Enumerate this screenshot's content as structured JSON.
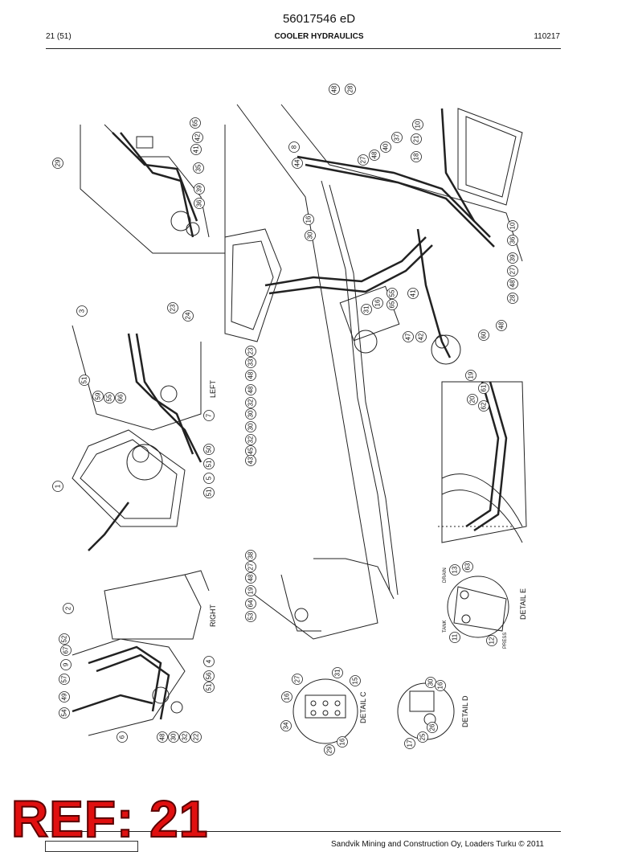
{
  "header": {
    "doc_number": "56017546 eD",
    "page": "21 (51)",
    "title": "COOLER HYDRAULICS",
    "date_code": "110217"
  },
  "drawing": {
    "view_labels": [
      "LEFT",
      "RIGHT",
      "DETAIL C",
      "DETAIL D",
      "DETAIL E"
    ],
    "port_labels": [
      "DRAIN",
      "TANK",
      "PRESS"
    ],
    "callouts_left": [
      "29",
      "65",
      "42",
      "41",
      "35",
      "39",
      "36",
      "3",
      "23",
      "24",
      "51",
      "59",
      "55",
      "66",
      "7",
      "1",
      "50",
      "51",
      "5",
      "51",
      "2",
      "52",
      "67",
      "9",
      "57",
      "49",
      "54",
      "6",
      "48",
      "30",
      "32",
      "22",
      "51",
      "56",
      "4"
    ],
    "callouts_main": [
      "48",
      "28",
      "10",
      "37",
      "40",
      "48",
      "27",
      "21",
      "18",
      "8",
      "44",
      "16",
      "30",
      "10",
      "36",
      "39",
      "27",
      "48",
      "28",
      "48",
      "60",
      "42",
      "47",
      "41",
      "55",
      "65",
      "16",
      "31",
      "23",
      "33",
      "48",
      "48",
      "32",
      "30",
      "30",
      "32",
      "45",
      "43",
      "38",
      "27",
      "48",
      "19",
      "64",
      "53",
      "19",
      "61",
      "20",
      "62"
    ],
    "callouts_detail": [
      "27",
      "31",
      "15",
      "16",
      "34",
      "29",
      "16",
      "30",
      "16",
      "17",
      "25",
      "26",
      "13",
      "63",
      "11",
      "12"
    ]
  },
  "footer": {
    "copyright": "Sandvik Mining and Construction Oy, Loaders Turku © 2011"
  },
  "stamp": {
    "text": "REF: 21",
    "color": "#e01010"
  }
}
